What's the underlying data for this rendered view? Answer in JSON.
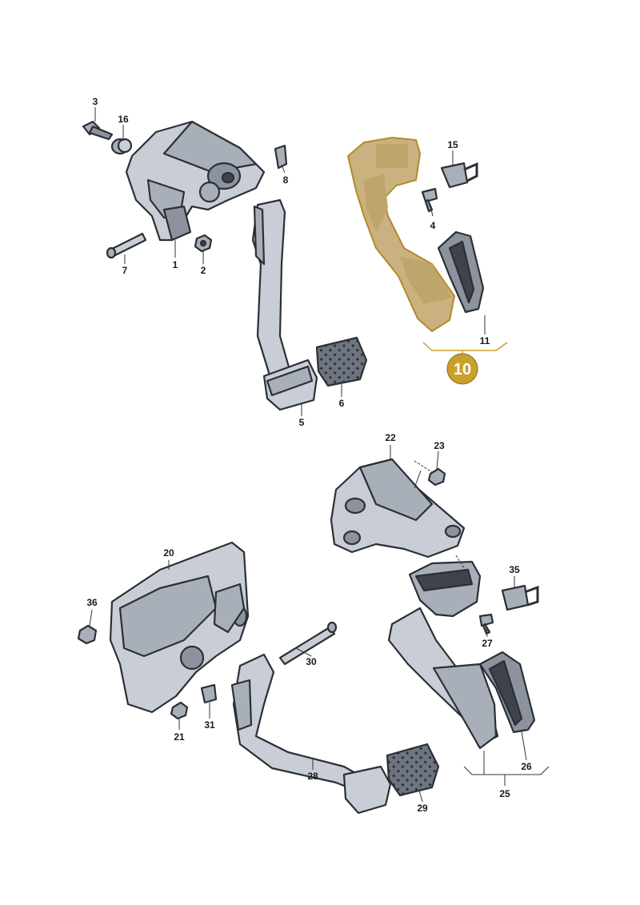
{
  "labels": {
    "l1": "1",
    "l2": "2",
    "l3": "3",
    "l4": "4",
    "l5": "5",
    "l6": "6",
    "l7": "7",
    "l8": "8",
    "l10": "10",
    "l11": "11",
    "l15": "15",
    "l16": "16",
    "l20": "20",
    "l21": "21",
    "l22": "22",
    "l23": "23",
    "l25": "25",
    "l26": "26",
    "l27": "27",
    "l28": "28",
    "l29": "29",
    "l30": "30",
    "l31": "31",
    "l35": "35",
    "l36": "36"
  },
  "colors": {
    "highlight": "#c9a02c",
    "part_gray": "#c9ced6",
    "outline": "#2b2f36"
  }
}
